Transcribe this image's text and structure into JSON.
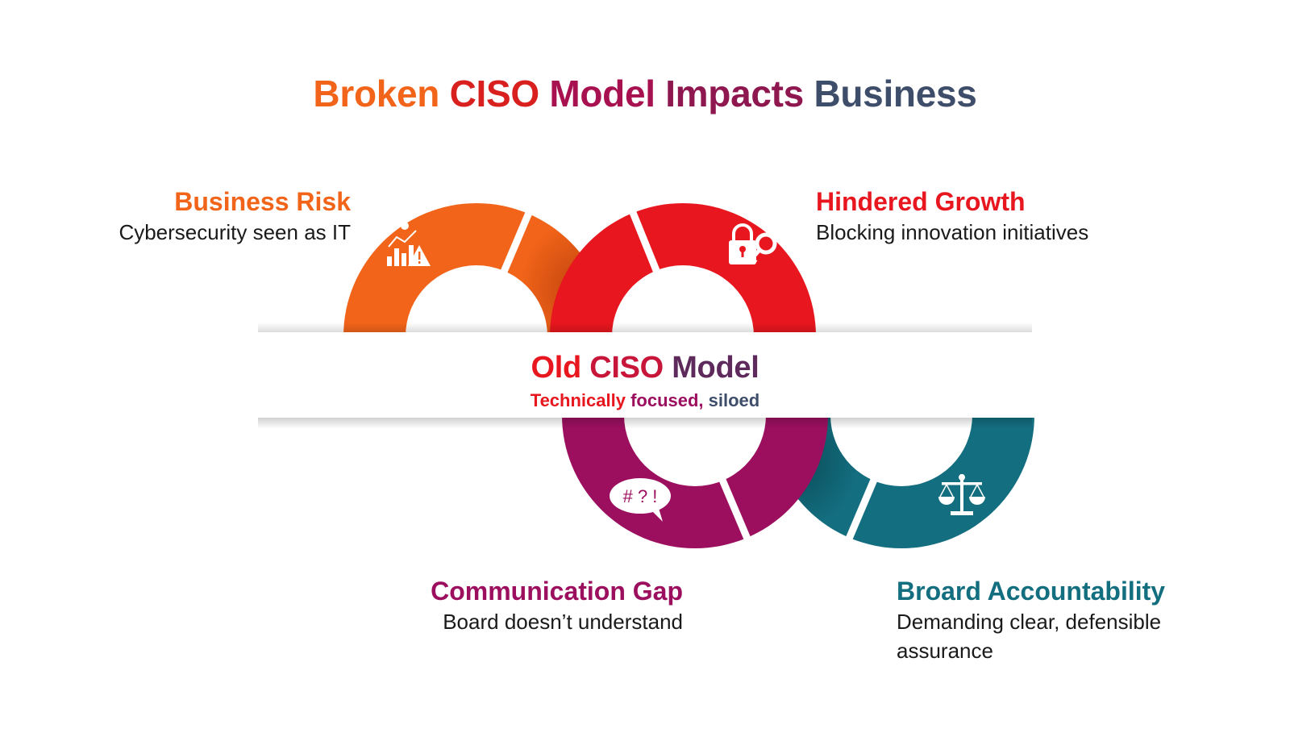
{
  "title": {
    "parts": [
      "Broken ",
      "CISO ",
      "Model ",
      "Impacts ",
      "Business"
    ]
  },
  "center": {
    "title_parts": [
      "Old ",
      "CISO ",
      "Model"
    ],
    "subtitle_parts": [
      "Technically ",
      "focused, ",
      "siloed"
    ]
  },
  "segments": [
    {
      "id": "business-risk",
      "heading": "Business Risk",
      "description": "Cybersecurity seen as IT",
      "color": "#F26419",
      "icon": "chart-warning-icon"
    },
    {
      "id": "hindered-growth",
      "heading": "Hindered Growth",
      "description": "Blocking innovation initiatives",
      "color": "#E8161E",
      "icon": "lock-key-icon"
    },
    {
      "id": "communication-gap",
      "heading": "Communication Gap",
      "description": "Board doesn’t understand",
      "color": "#9C0F5F",
      "icon": "speech-bubble-icon",
      "icon_text": "# ? !"
    },
    {
      "id": "board-accountability",
      "heading": "Broard Accountability",
      "description_lines": [
        "Demanding clear, defensible",
        "assurance"
      ],
      "color": "#136E7F",
      "icon": "scales-icon"
    }
  ],
  "colors": {
    "orange": "#F26419",
    "red": "#E8161E",
    "magenta": "#9C0F5F",
    "teal": "#136E7F",
    "text": "#1a1a1a"
  }
}
